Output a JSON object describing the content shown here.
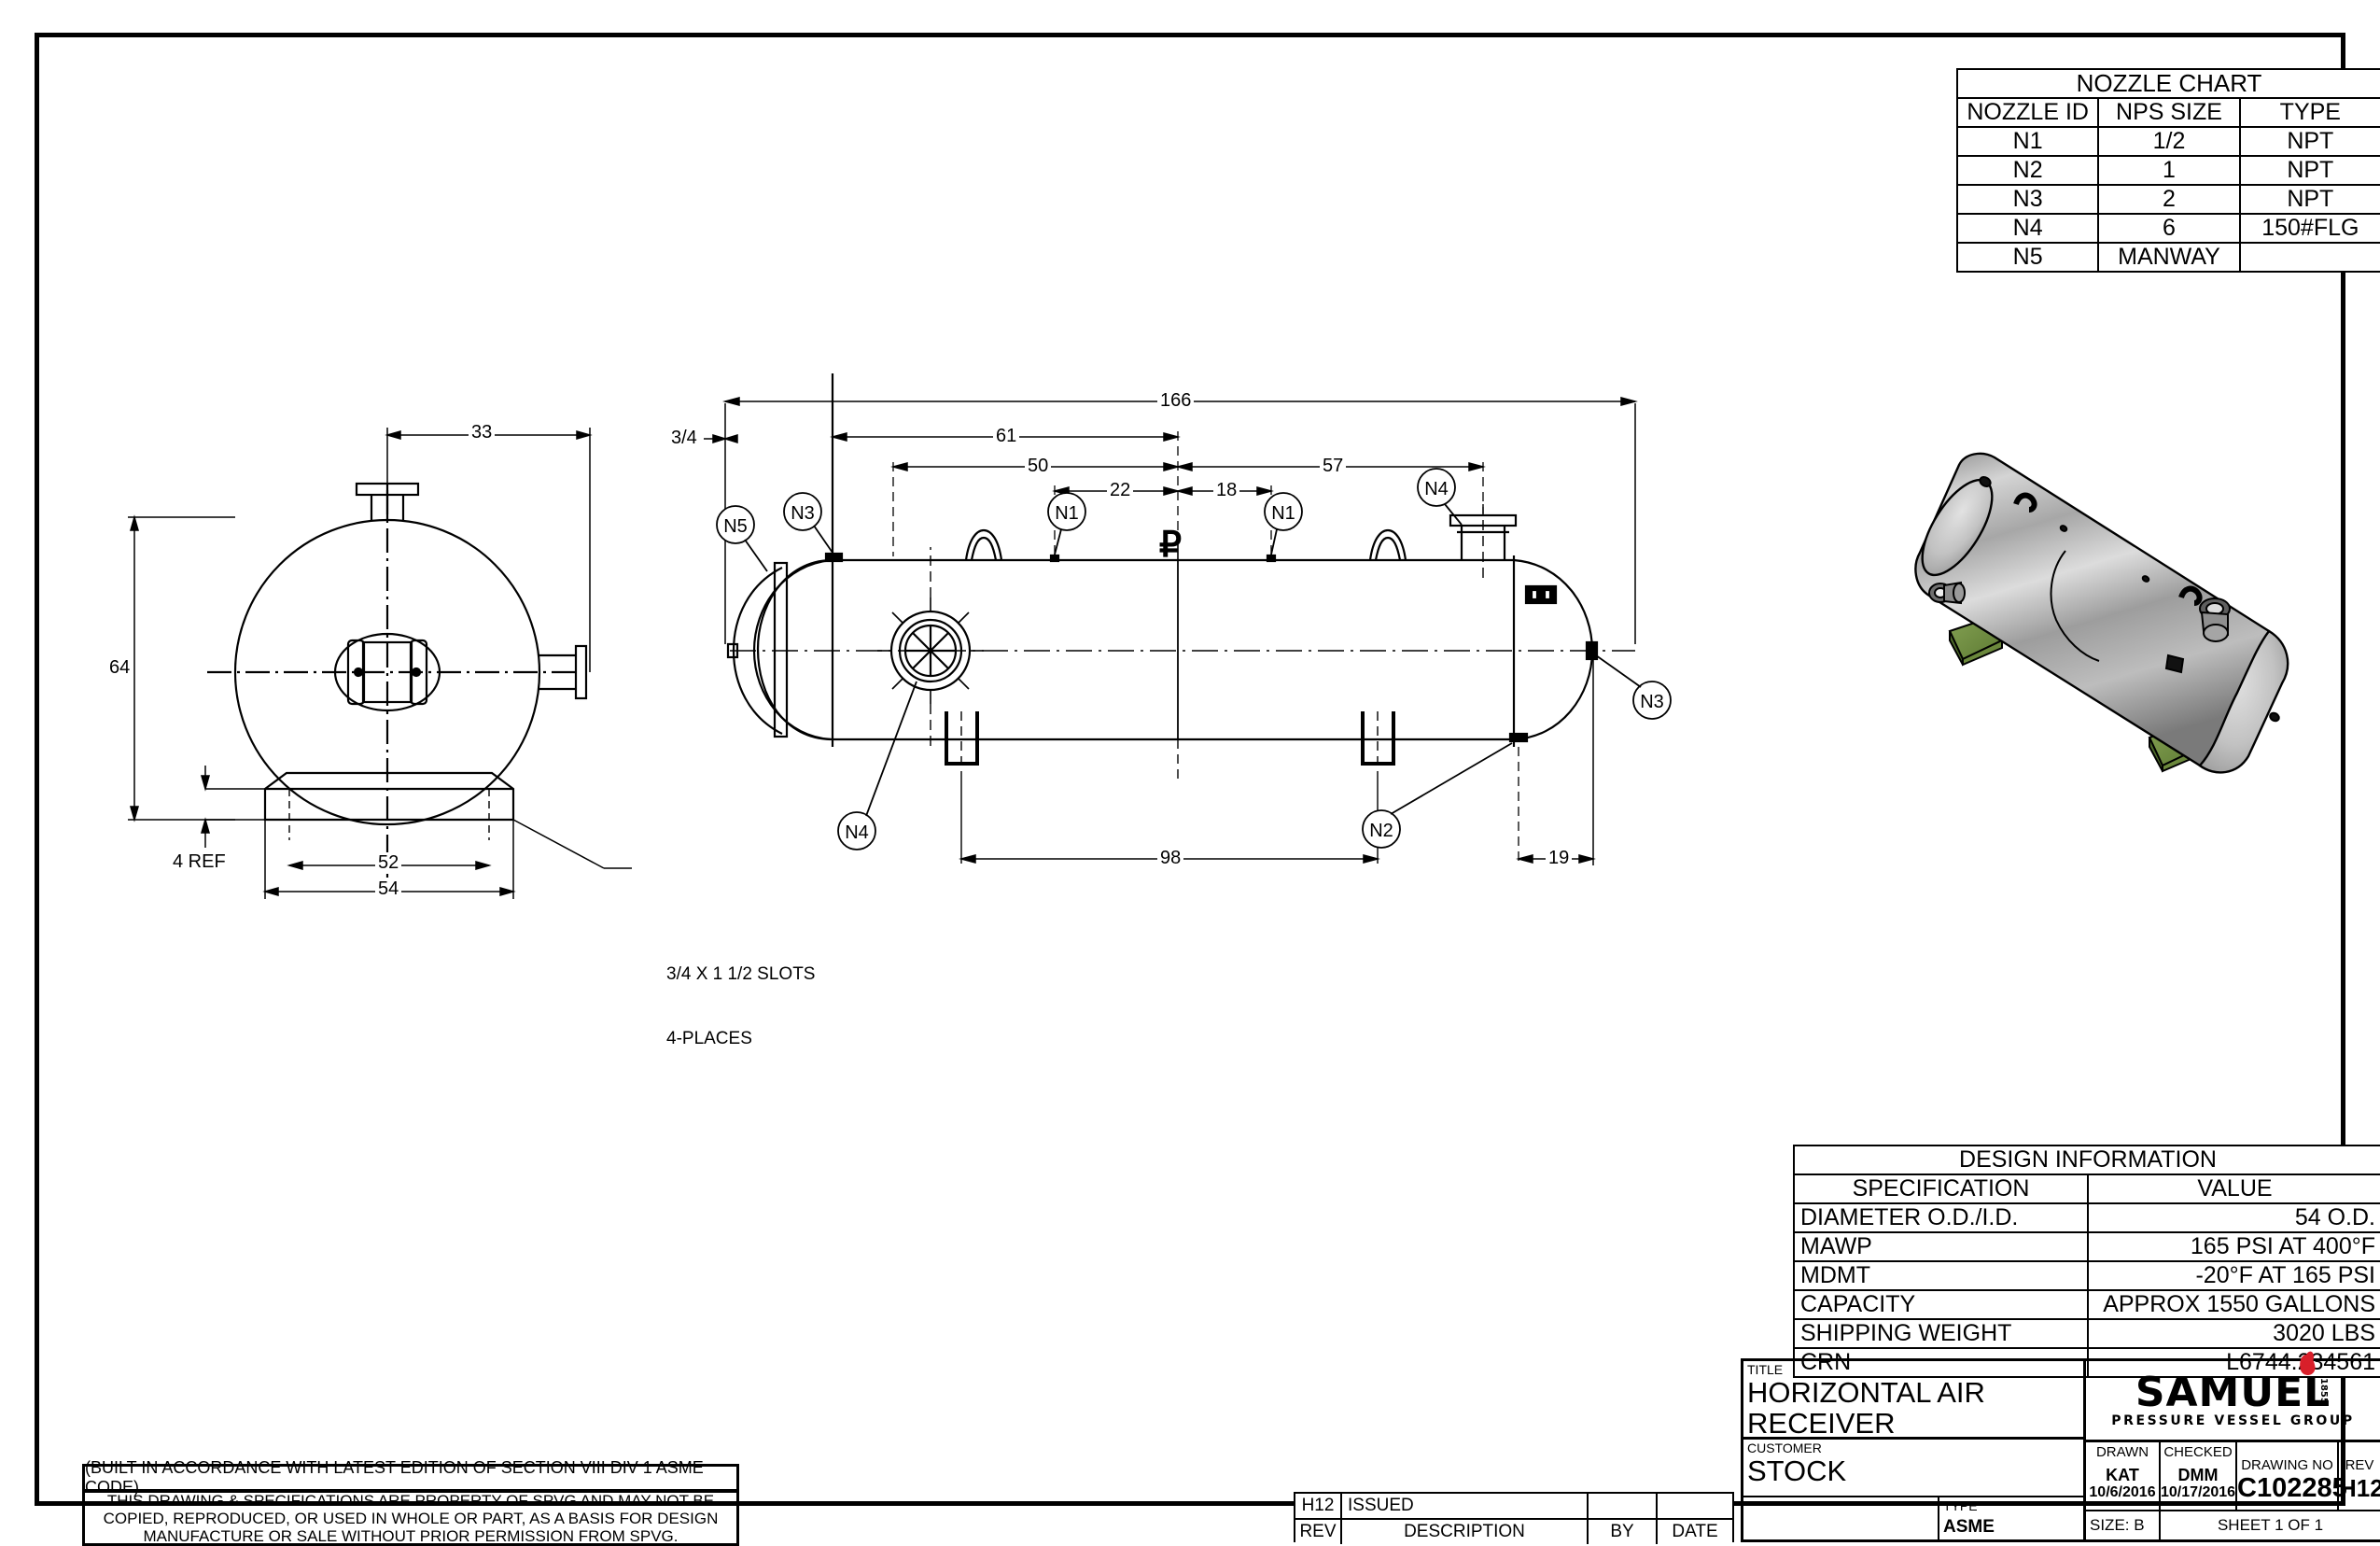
{
  "nozzle_chart": {
    "title": "NOZZLE CHART",
    "headers": [
      "NOZZLE ID",
      "NPS SIZE",
      "TYPE"
    ],
    "rows": [
      [
        "N1",
        "1/2",
        "NPT"
      ],
      [
        "N2",
        "1",
        "NPT"
      ],
      [
        "N3",
        "2",
        "NPT"
      ],
      [
        "N4",
        "6",
        "150#FLG"
      ],
      [
        "N5",
        "MANWAY",
        ""
      ]
    ]
  },
  "design_info": {
    "title": "DESIGN INFORMATION",
    "headers": [
      "SPECIFICATION",
      "VALUE"
    ],
    "rows": [
      [
        "DIAMETER O.D./I.D.",
        "54 O.D."
      ],
      [
        "MAWP",
        "165 PSI AT 400°F"
      ],
      [
        "MDMT",
        "-20°F AT 165 PSI"
      ],
      [
        "CAPACITY",
        "APPROX 1550 GALLONS"
      ],
      [
        "SHIPPING WEIGHT",
        "3020 LBS"
      ],
      [
        "CRN",
        "L6744.234561"
      ]
    ]
  },
  "title_block": {
    "title_label": "TITLE",
    "title_value": "HORIZONTAL AIR RECEIVER",
    "customer_label": "CUSTOMER",
    "customer_value": "STOCK",
    "type_label": "TYPE",
    "type_value": "ASME",
    "drawn_label": "DRAWN",
    "drawn_by": "KAT",
    "drawn_date": "10/6/2016",
    "checked_label": "CHECKED",
    "checked_by": "DMM",
    "checked_date": "10/17/2016",
    "drawing_no_label": "DRAWING NO",
    "drawing_no": "C102285",
    "rev_label": "REV",
    "rev_value": "H12",
    "size": "SIZE: B",
    "sheet": "SHEET 1  OF 1",
    "logo_word": "SAMUEL",
    "logo_established": "1855",
    "logo_sub": "PRESSURE VESSEL GROUP"
  },
  "revision_block": {
    "rev": "H12",
    "description": "ISSUED",
    "by": "",
    "date": "",
    "headers": [
      "REV",
      "DESCRIPTION",
      "BY",
      "DATE"
    ]
  },
  "notes": {
    "asme": "(BUILT IN ACCORDANCE WITH LATEST EDITION OF SECTION VIII DIV 1 ASME CODE)",
    "property_l1": "THIS DRAWING & SPECIFICATIONS ARE PROPERTY OF SPVG AND MAY NOT BE",
    "property_l2": "COPIED, REPRODUCED, OR USED IN WHOLE OR PART, AS A BASIS FOR DESIGN",
    "property_l3": "MANUFACTURE OR SALE WITHOUT PRIOR PERMISSION FROM SPVG.",
    "slots_l1": "3/4 X 1 1/2 SLOTS",
    "slots_l2": "4-PLACES"
  },
  "end_view": {
    "dim_33": "33",
    "dim_64": "64",
    "dim_4ref": "4 REF",
    "dim_52": "52",
    "dim_54": "54"
  },
  "side_view": {
    "dim_166": "166",
    "dim_three_quarter": "3/4",
    "dim_61": "61",
    "dim_50": "50",
    "dim_22": "22",
    "dim_18": "18",
    "dim_57": "57",
    "dim_98": "98",
    "dim_19": "19",
    "balloons": [
      "N3",
      "N1",
      "N1",
      "N4",
      "N5",
      "N4",
      "N2",
      "N3"
    ],
    "centerline_symbol": "₵"
  },
  "colors": {
    "line": "#000000",
    "logo_flame": "#d81f2a",
    "vessel_light": "#d8d8d8",
    "vessel_mid": "#9a9a9a",
    "vessel_dark": "#6a6a6a",
    "saddle_green": "#6f8f3f"
  }
}
